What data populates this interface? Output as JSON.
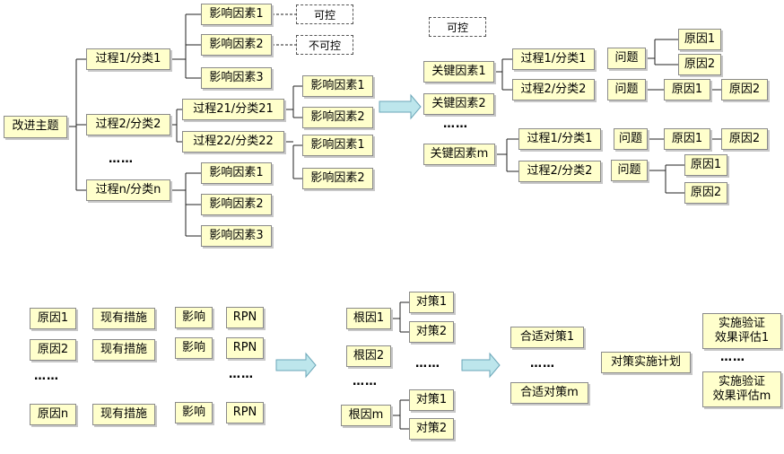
{
  "diagram": {
    "root": "改进主题",
    "processes": [
      "过程1/分类1",
      "过程2/分类2",
      "过程n/分类n"
    ],
    "subprocesses": [
      "过程21/分类21",
      "过程22/分类22"
    ],
    "factor_labels": [
      "影响因素1",
      "影响因素2",
      "影响因素3"
    ],
    "controllable": "可控",
    "uncontrollable": "不可控",
    "key_factors": [
      "关键因素1",
      "关键因素2",
      "关键因素m"
    ],
    "right_processes": [
      "过程1/分类1",
      "过程2/分类2"
    ],
    "problem": "问题",
    "causes": [
      "原因1",
      "原因2",
      "原因n"
    ],
    "existing_measures": "现有措施",
    "impact": "影响",
    "rpn": "RPN",
    "root_causes": [
      "根因1",
      "根因2",
      "根因m"
    ],
    "countermeasures": [
      "对策1",
      "对策2"
    ],
    "suitable": [
      "合适对策1",
      "合适对策m"
    ],
    "plan": "对策实施计划",
    "verify": [
      "实施验证",
      "效果评估1",
      "效果评估m"
    ],
    "ellipsis": "……"
  }
}
